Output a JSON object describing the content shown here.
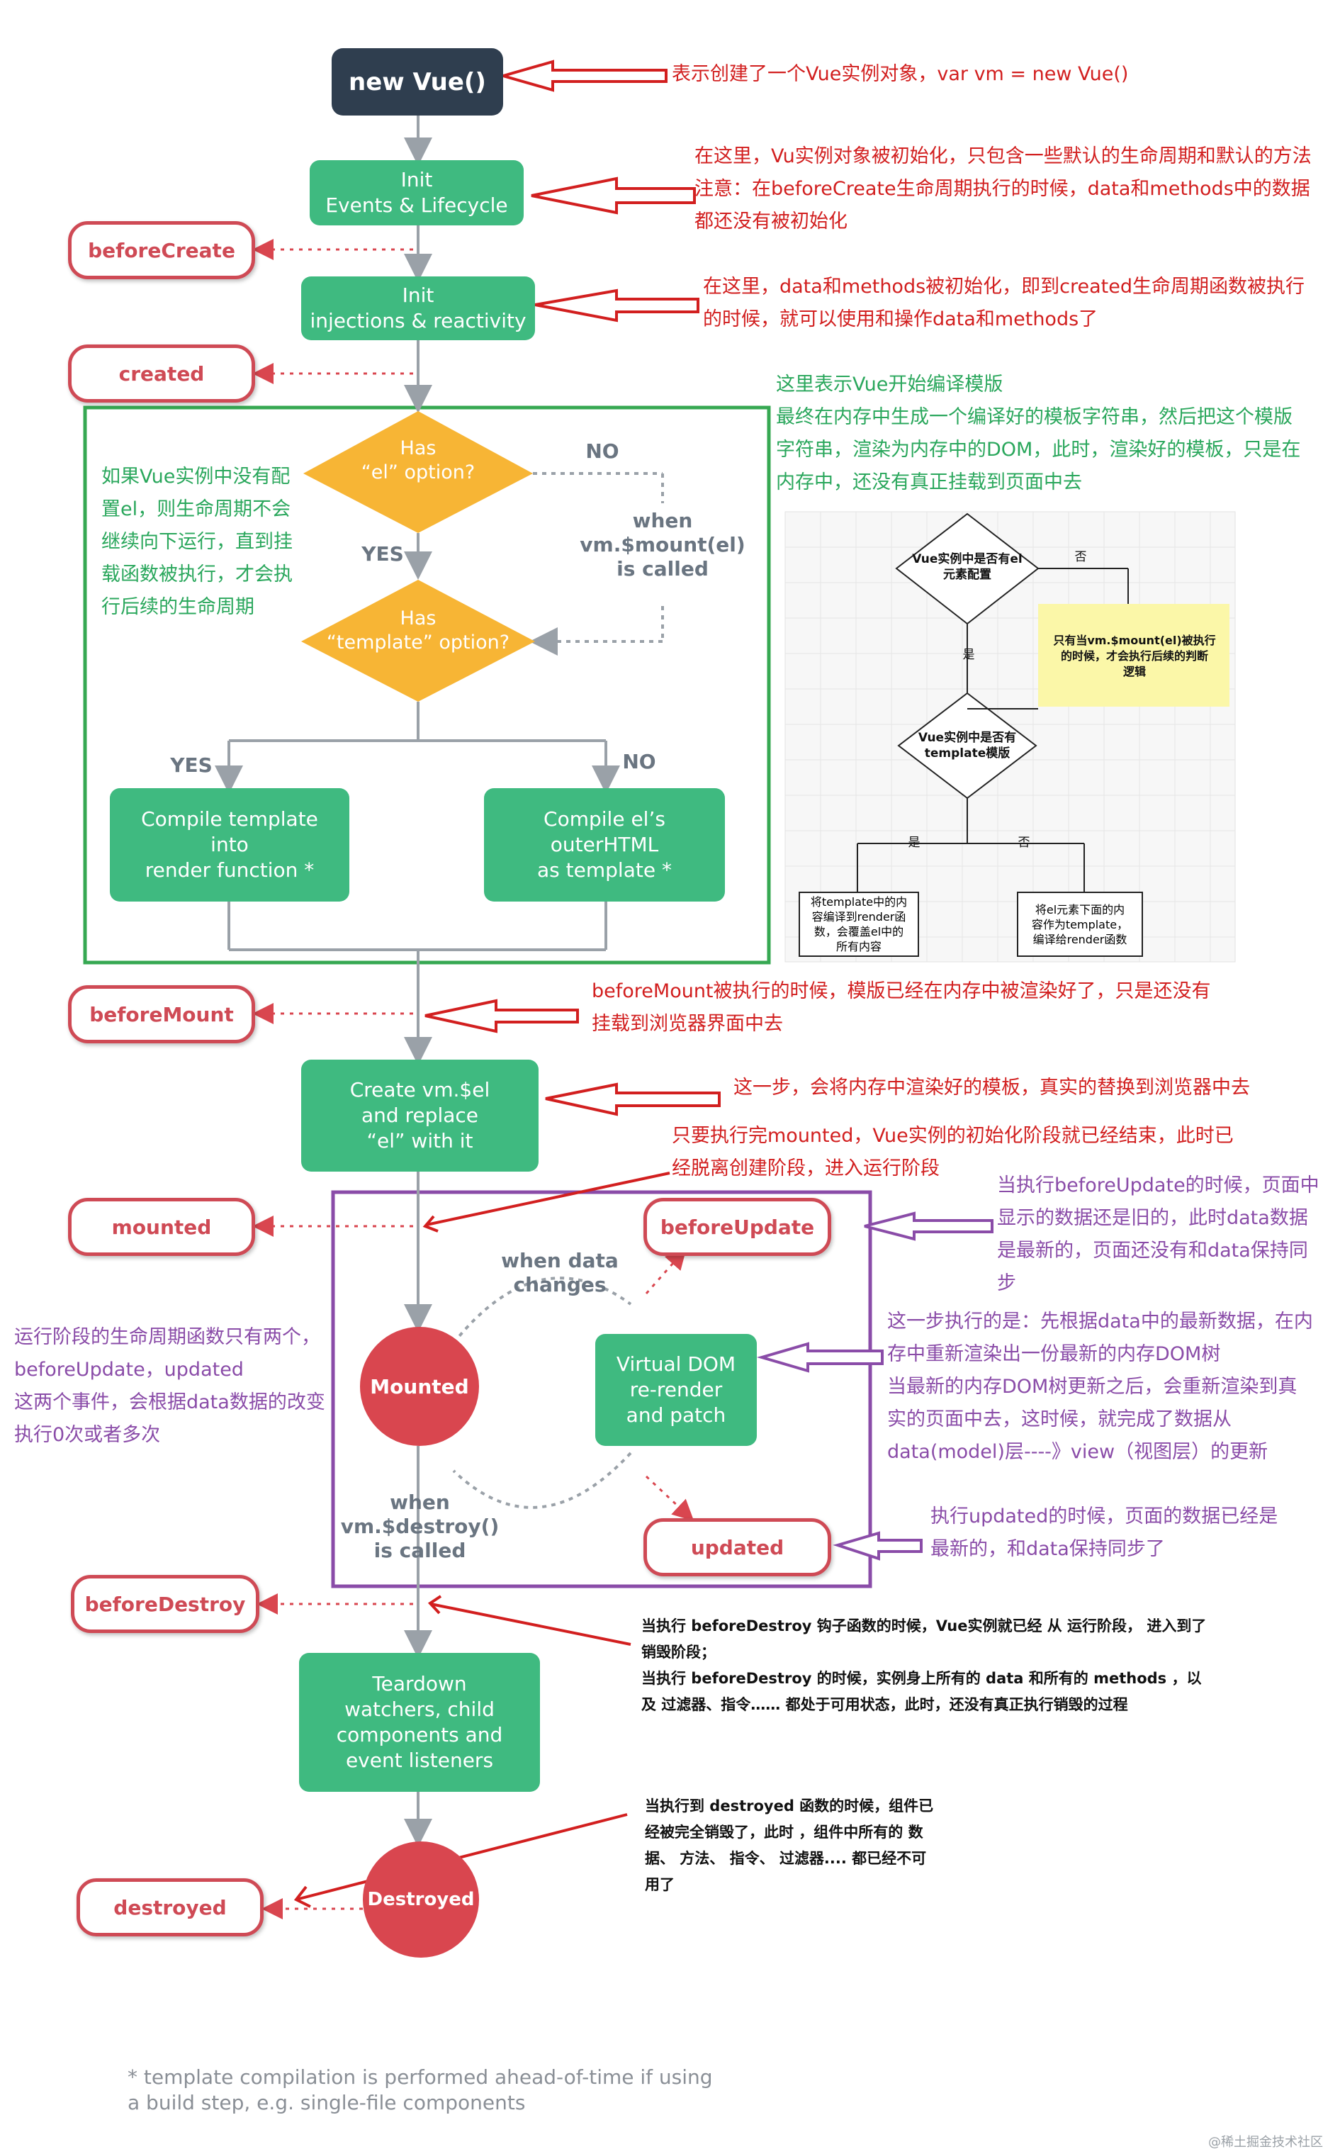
{
  "nodes": {
    "new_vue": "new Vue()",
    "init_events": "Init\nEvents & Lifecycle",
    "init_injections": "Init\ninjections & reactivity",
    "has_el": "Has\n“el” option?",
    "has_template": "Has\n“template” option?",
    "compile_template": "Compile template\ninto\nrender function *",
    "compile_el": "Compile el’s\nouterHTML\nas template *",
    "create_el": "Create vm.$el\nand replace\n“el” with it",
    "mounted_circle": "Mounted",
    "virtual_dom": "Virtual DOM\nre-render\nand patch",
    "teardown": "Teardown\nwatchers, child\ncomponents and\nevent listeners",
    "destroyed_circle": "Destroyed"
  },
  "hooks": {
    "before_create": "beforeCreate",
    "created": "created",
    "before_mount": "beforeMount",
    "mounted": "mounted",
    "before_update": "beforeUpdate",
    "updated": "updated",
    "before_destroy": "beforeDestroy",
    "destroyed": "destroyed"
  },
  "labels": {
    "no_el": "NO",
    "yes_el": "YES",
    "when_mount": "when\nvm.$mount(el)\nis called",
    "yes_template": "YES",
    "no_template": "NO",
    "when_data_changes": "when data\nchanges",
    "when_destroy": "when\nvm.$destroy()\nis called"
  },
  "notes": {
    "new_vue": "表示创建了一个Vue实例对象，var vm = new Vue()",
    "before_create": "在这里，Vu实例对象被初始化，只包含一些默认的生命周期和默认的方法\n注意：在beforeCreate生命周期执行的时候，data和methods中的数据\n都还没有被初始化",
    "created": "在这里，data和methods被初始化，即到created生命周期函数被执行\n的时候，就可以使用和操作data和methods了",
    "compile": "这里表示Vue开始编译模版\n最终在内存中生成一个编译好的模板字符串，然后把这个模版\n字符串，渲染为内存中的DOM，此时，渲染好的模板，只是在\n内存中，还没有真正挂载到页面中去",
    "no_el": "如果Vue实例中没有配\n置el，则生命周期不会\n继续向下运行，直到挂\n载函数被执行，才会执\n行后续的生命周期",
    "before_mount": "beforeMount被执行的时候，模版已经在内存中被渲染好了，只是还没有\n挂载到浏览器界面中去",
    "create_el": "这一步，会将内存中渲染好的模板，真实的替换到浏览器中去",
    "mounted": "只要执行完mounted，Vue实例的初始化阶段就已经结束，此时已\n经脱离创建阶段，进入运行阶段",
    "before_update": "当执行beforeUpdate的时候，页面中\n显示的数据还是旧的，此时data数据\n是最新的，页面还没有和data保持同\n步",
    "running": "运行阶段的生命周期函数只有两个，\nbeforeUpdate，updated\n这两个事件，会根据data数据的改变\n执行0次或者多次",
    "virtual_dom": "这一步执行的是：先根据data中的最新数据，在内\n存中重新渲染出一份最新的内存DOM树\n当最新的内存DOM树更新之后，会重新渲染到真\n实的页面中去，这时候，就完成了数据从\ndata(model)层----》view（视图层）的更新",
    "updated": "执行updated的时候，页面的数据已经是\n最新的，和data保持同步了",
    "before_destroy": "当执行 beforeDestroy 钩子函数的时候，Vue实例就已经 从 运行阶段， 进入到了\n销毁阶段；\n当执行   beforeDestroy  的时候，实例身上所有的 data 和所有的 methods ，以\n及 过滤器、指令……   都处于可用状态，此时，还没有真正执行销毁的过程",
    "destroyed": "当执行到 destroyed 函数的时候，组件已\n经被完全销毁了，此时 ，组件中所有的 数\n据、 方法、 指令、 过滤器.... 都已经不可\n用了"
  },
  "mini_flow": {
    "q1": "Vue实例中是否有el\n元素配置",
    "no1": "否",
    "yes1": "是",
    "sticky": "只有当vm.$mount(el)被执行\n的时候，才会执行后续的判断\n逻辑",
    "q2": "Vue实例中是否有\ntemplate模版",
    "yes2": "是",
    "no2": "否",
    "box1": "将template中的内\n容编译到render函\n数，会覆盖el中的\n所有内容",
    "box2": "将el元素下面的内\n容作为template，\n编译给render函数"
  },
  "footnote": "* template compilation is performed ahead-of-time if using\n        a build step, e.g. single-file components",
  "watermark": "@稀土掘金技术社区",
  "colors": {
    "dark_node": "#2f3e4f",
    "green_node": "#3fba80",
    "hook_red": "#cf4a55",
    "diamond": "#f7b535",
    "frame_green": "#36a852",
    "frame_purple": "#8a4ca8",
    "arrow_red": "#d21f1f"
  }
}
